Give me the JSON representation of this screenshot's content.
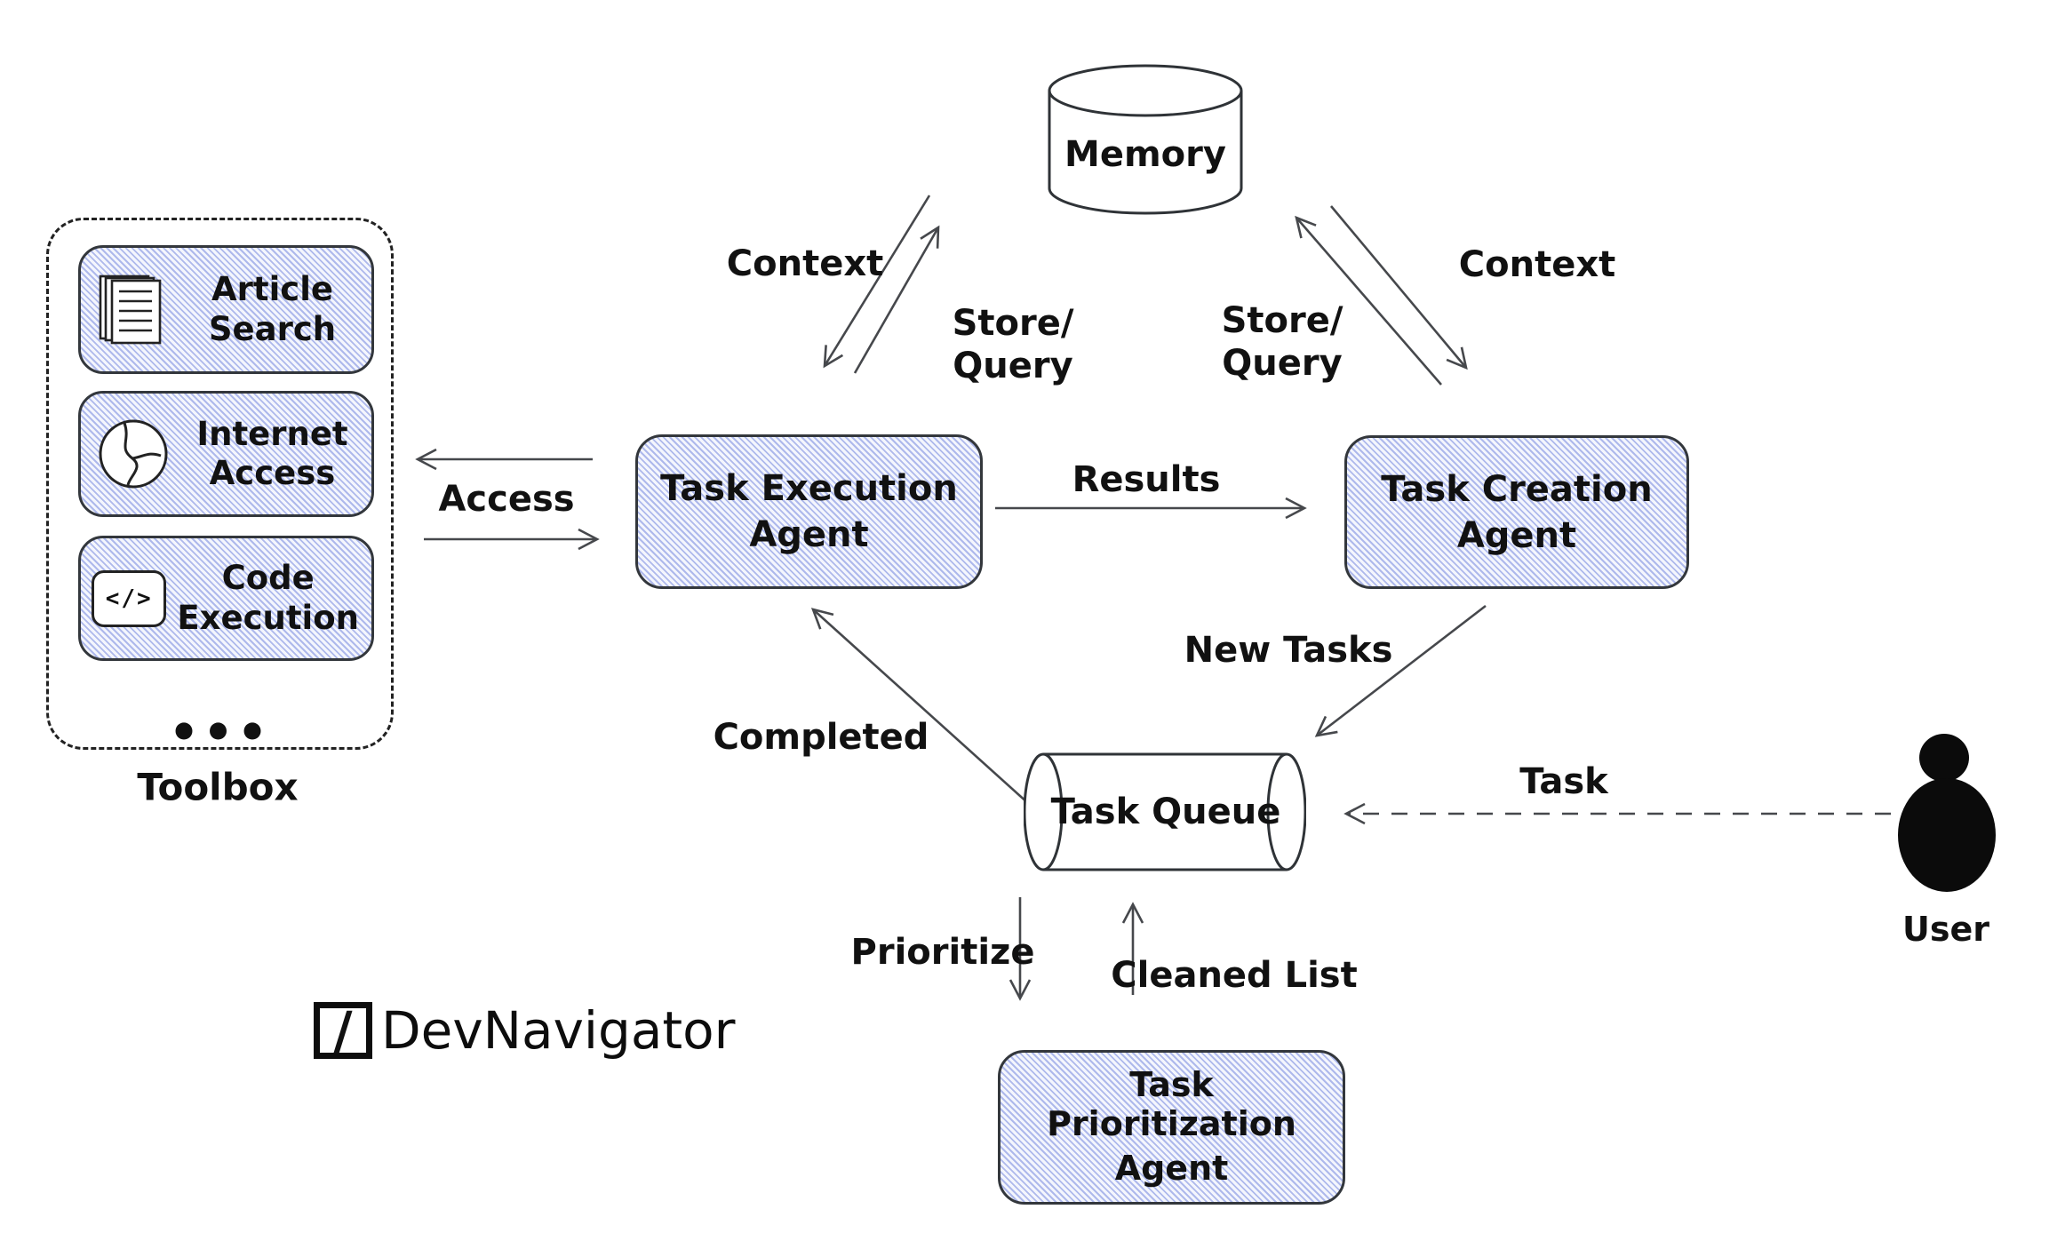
{
  "diagram": {
    "nodes": {
      "memory": {
        "label": "Memory"
      },
      "task_execution": {
        "line1": "Task Execution",
        "line2": "Agent"
      },
      "task_creation": {
        "line1": "Task Creation",
        "line2": "Agent"
      },
      "task_queue": {
        "label": "Task Queue"
      },
      "task_prioritization": {
        "line1": "Task Prioritization",
        "line2": "Agent"
      },
      "user": {
        "label": "User"
      }
    },
    "toolbox": {
      "title": "Toolbox",
      "ellipsis": "•••",
      "tools": [
        {
          "icon": "documents-icon",
          "line1": "Article",
          "line2": "Search"
        },
        {
          "icon": "globe-icon",
          "line1": "Internet",
          "line2": "Access"
        },
        {
          "icon": "code-icon",
          "icon_text": "</>",
          "line1": "Code",
          "line2": "Execution"
        }
      ]
    },
    "edges": {
      "context_left": {
        "label": "Context"
      },
      "store_query_left": {
        "line1": "Store/",
        "line2": "Query"
      },
      "store_query_right": {
        "line1": "Store/",
        "line2": "Query"
      },
      "context_right": {
        "label": "Context"
      },
      "results": {
        "label": "Results"
      },
      "access": {
        "label": "Access"
      },
      "new_tasks": {
        "label": "New Tasks"
      },
      "completed": {
        "label": "Completed"
      },
      "task": {
        "label": "Task"
      },
      "prioritize": {
        "label": "Prioritize"
      },
      "cleaned_list": {
        "label": "Cleaned List"
      }
    },
    "logo": {
      "slash": "/",
      "text": "DevNavigator"
    },
    "colors": {
      "node_hatch": "#aeb9ec",
      "node_border": "#33373c",
      "arrow": "#46484c",
      "text": "#111111",
      "user_silhouette": "#0b0b0b"
    }
  }
}
